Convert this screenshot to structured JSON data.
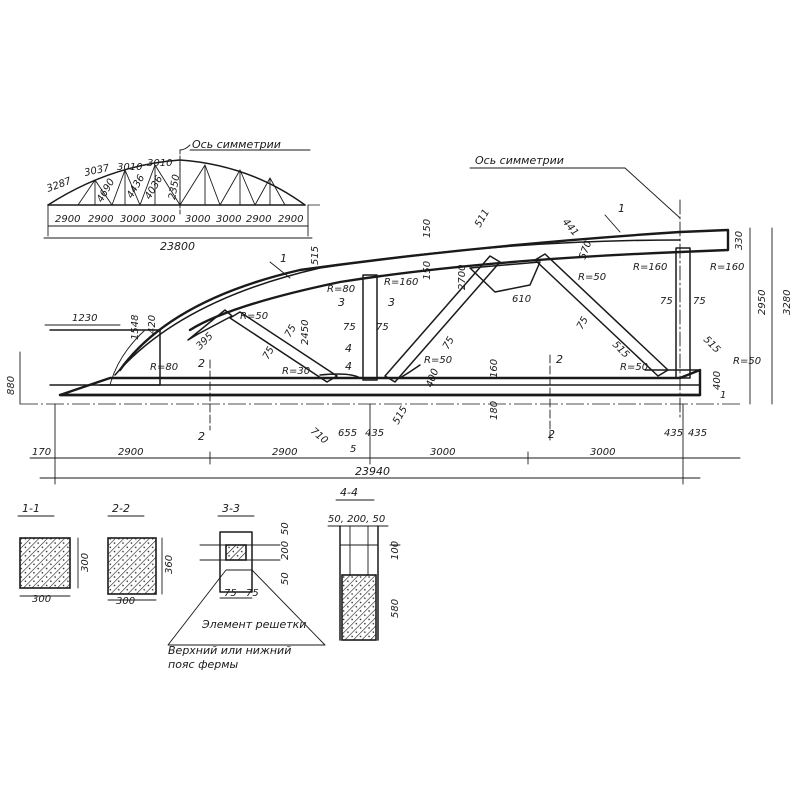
{
  "title_note_main": "Ось симметрии",
  "title_note_small": "Ось симметрии",
  "small_truss": {
    "panel_dims": [
      "2900",
      "2900",
      "3000",
      "3000",
      "3000",
      "3000",
      "2900",
      "2900"
    ],
    "total": "23800",
    "member_labels": [
      "3287",
      "3037",
      "3010",
      "3010",
      "4690",
      "4436",
      "4036",
      "2350"
    ]
  },
  "main_truss": {
    "dims_bottom_panels": [
      "2900",
      "2900",
      "3000",
      "3000"
    ],
    "dims_total": "23940",
    "dim_170": "170",
    "dim_1230": "1230",
    "dim_880": "880",
    "dim_1548": "1548",
    "dim_420": "420",
    "dim_395": "395",
    "dim_2450": "2450",
    "dim_2700": "2700",
    "dim_2950": "2950",
    "dim_3280": "3280",
    "dim_150a": "150",
    "dim_150b": "150",
    "dim_330": "330",
    "dim_160": "160",
    "dim_180": "180",
    "dim_400a": "400",
    "dim_400b": "400",
    "dim_610": "610",
    "dim_515a": "515",
    "dim_515b": "515",
    "dim_515c": "515",
    "dim_515d": "515",
    "dim_655": "655",
    "dim_435a": "435",
    "dim_435b": "435",
    "dim_435c": "435",
    "dim_75": [
      "75",
      "75",
      "75",
      "75",
      "75",
      "75",
      "75",
      "75"
    ],
    "radii": [
      "R=80",
      "R=50",
      "R=80",
      "R=160",
      "R=50",
      "R=30",
      "R=50",
      "R=50",
      "R=160",
      "R=160",
      "R=50"
    ],
    "dim_511": "511",
    "dim_441": "441",
    "dim_570": "570",
    "dim_710": "710",
    "dim_5": "5",
    "dim_1": "1",
    "section_marks": [
      "1",
      "1",
      "2",
      "2",
      "2",
      "2",
      "3",
      "3",
      "4",
      "4"
    ]
  },
  "sections": {
    "s11": {
      "title": "1-1",
      "width": "300",
      "height": "300"
    },
    "s22": {
      "title": "2-2",
      "width": "300",
      "height": "360"
    },
    "s33": {
      "title": "3-3",
      "dims": [
        "50",
        "200",
        "50",
        "75",
        "75"
      ]
    },
    "s44": {
      "title": "4-4",
      "top": "50, 200, 50",
      "h1": "100",
      "h2": "580"
    },
    "note1": "Элемент решетки",
    "note2": "Верхний или нижний",
    "note3": "пояс фермы"
  }
}
